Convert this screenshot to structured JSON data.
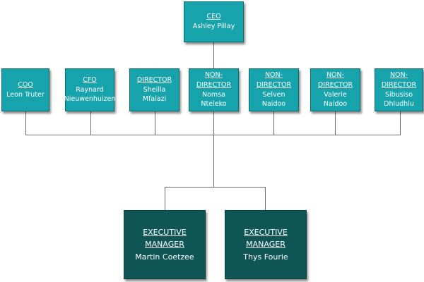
{
  "colors": {
    "box_light": "#17a3ac",
    "box_dark": "#0f5556",
    "connector": "#6e6e6e",
    "text": "#ffffff"
  },
  "ceo": {
    "role": "CEO",
    "name": "Ashley Pillay"
  },
  "executives": [
    {
      "role": "COO",
      "name": "Leon Truter"
    },
    {
      "role": "CFO",
      "name": "Raynard Nieuwenhuizen"
    },
    {
      "role": "DIRECTOR",
      "name": "Sheilla Mfalazi"
    },
    {
      "role": "NON-DIRECTOR",
      "name": "Nomsa Nteleko"
    },
    {
      "role": "NON-DIRECTOR",
      "name": "Selven Naidoo"
    },
    {
      "role": "NON-DIRECTOR",
      "name": "Valerie Naidoo"
    },
    {
      "role": "NON-DIRECTOR",
      "name": "Sibusiso Dhludhlu"
    }
  ],
  "managers": [
    {
      "role": "EXECUTIVE MANAGER",
      "name": "Martin Coetzee"
    },
    {
      "role": "EXECUTIVE MANAGER",
      "name": "Thys Fourie"
    }
  ]
}
